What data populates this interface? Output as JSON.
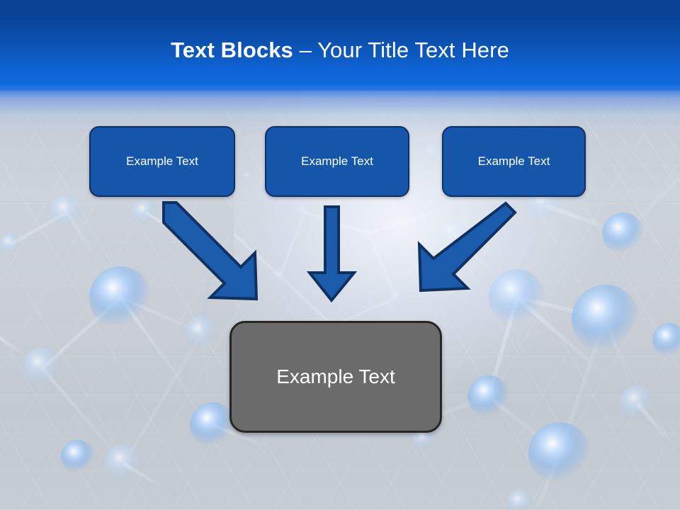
{
  "slide": {
    "title_bold": "Text Blocks",
    "title_separator": " – ",
    "title_rest": "Your Title Text Here",
    "title_full": "Text Blocks – Your Title Text Here"
  },
  "theme": {
    "header_top_color": "#0a4296",
    "header_bottom_color": "#1168dd",
    "box_fill": "#1556ab",
    "box_border": "#0f2f62",
    "result_fill": "#6b6b6b",
    "result_border": "#262626",
    "arrow_fill": "#1a5bab",
    "arrow_border": "#10305f",
    "background": "#c5cad2",
    "text_color": "#ffffff"
  },
  "diagram": {
    "source_boxes": [
      {
        "id": "box-1",
        "label": "Example Text"
      },
      {
        "id": "box-2",
        "label": "Example Text"
      },
      {
        "id": "box-3",
        "label": "Example Text"
      }
    ],
    "result_box": {
      "id": "box-result",
      "label": "Example Text"
    },
    "connectors": [
      {
        "name": "arrow-left-diagonal",
        "from": "box-1",
        "to": "box-result",
        "direction": "down-right"
      },
      {
        "name": "arrow-center-vertical",
        "from": "box-2",
        "to": "box-result",
        "direction": "down"
      },
      {
        "name": "arrow-right-diagonal",
        "from": "box-3",
        "to": "box-result",
        "direction": "down-left"
      }
    ]
  }
}
